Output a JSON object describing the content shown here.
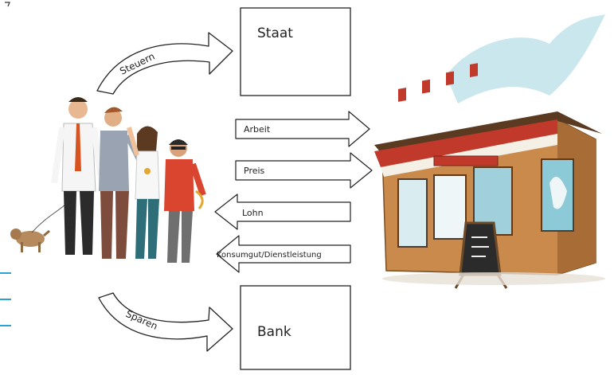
{
  "boxes": {
    "top": "Staat",
    "bottom": "Bank"
  },
  "curved_arrows": {
    "top": "Steuern",
    "bottom": "Sparen"
  },
  "flow_arrows": [
    {
      "label": "Arbeit",
      "direction": "right"
    },
    {
      "label": "Preis",
      "direction": "right"
    },
    {
      "label": "Lohn",
      "direction": "left"
    },
    {
      "label": "Konsumgut/Dienstleistung",
      "direction": "left"
    }
  ],
  "colors": {
    "accent_lines": "#29a3d6",
    "awning_red": "#c0392b",
    "wood": "#c98a4b",
    "sky_swoosh": "#bfe3ea"
  },
  "icons": [
    "people-group-illustration",
    "dog-illustration",
    "shop-kiosk-illustration",
    "chalkboard-sign-illustration"
  ]
}
